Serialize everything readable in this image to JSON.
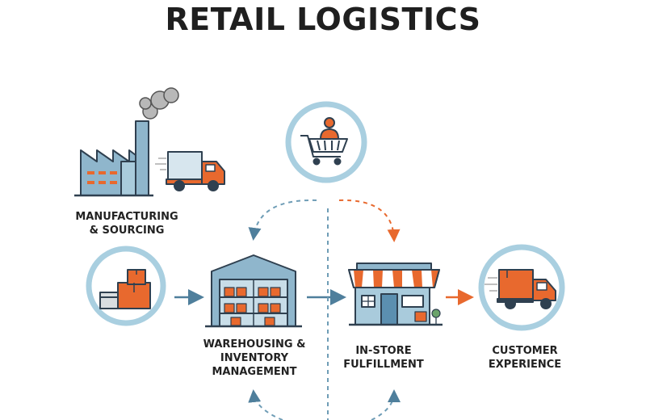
{
  "title": "RETAIL LOGISTICS",
  "stages": {
    "manufacturing": {
      "lines": [
        "MANUFACTURING",
        "& SOURCING"
      ]
    },
    "warehousing": {
      "lines": [
        "WAREHOUSING &",
        "INVENTORY",
        "MANAGEMENT"
      ]
    },
    "instore": {
      "lines": [
        "IN-STORE",
        "FULFILLMENT"
      ]
    },
    "customer": {
      "lines": [
        "CUSTOMER",
        "EXPERIENCE"
      ]
    }
  },
  "icons": {
    "factory": "factory-icon",
    "truck": "delivery-truck-icon",
    "boxes": "boxes-icon",
    "warehouse": "warehouse-icon",
    "store": "storefront-icon",
    "cart": "shopping-cart-icon"
  },
  "colors": {
    "blue": "#5b8fb0",
    "light_blue": "#cfe3ee",
    "ring": "#a9cfe0",
    "orange": "#e8692e",
    "dark": "#2f4050"
  }
}
